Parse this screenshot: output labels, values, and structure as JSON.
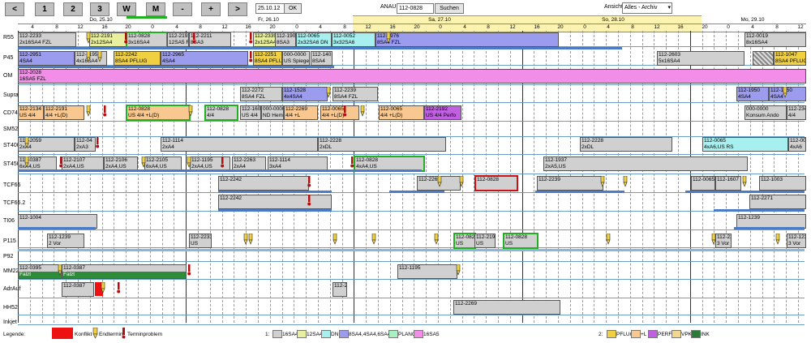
{
  "toolbar": {
    "nav": [
      "<",
      "1",
      "2",
      "3",
      "W",
      "M",
      "-",
      "+",
      ">"
    ],
    "date_value": "25.10.12",
    "ok_label": "OK",
    "anau_label": "ANAU",
    "anau_value": "112-0828",
    "search_label": "Suchen",
    "ansicht_label": "Ansicht",
    "ansicht_value": "Alles - Archiv"
  },
  "days": [
    "Do, 25.10",
    "Fr, 26.10",
    "Sa, 27.10",
    "So, 28.10",
    "Mo, 29.10"
  ],
  "hours": [
    "4",
    "8",
    "12",
    "16",
    "20",
    "0",
    "4",
    "8",
    "12",
    "16",
    "20",
    "0",
    "4",
    "8",
    "12",
    "16",
    "20",
    "0",
    "4",
    "8",
    "12",
    "16",
    "20",
    "0",
    "4",
    "8",
    "12",
    "16",
    "20",
    "0",
    "4",
    "8",
    "12"
  ],
  "rows": [
    "R55",
    "P45",
    "OM",
    "Supra",
    "CD74",
    "SM52",
    "ST400",
    "ST450",
    "TCF66",
    "TCF66.2",
    "TI06",
    "P115",
    "P92",
    "MM227",
    "AdrAuf",
    "HH52",
    "Inkjet"
  ],
  "jobs": {
    "r55": [
      {
        "t1": "112-2233",
        "t2": "2x16SA4 FZL"
      },
      {
        "t1": "112-2191",
        "t2": "2x12SA4"
      },
      {
        "t1": "112-0828",
        "t2": "3x16SA4"
      },
      {
        "t1": "112-2192",
        "t2": "12SA5 F"
      },
      {
        "t1": "112-2211",
        "t2": "8SA3"
      },
      {
        "t1": "112-2339",
        "t2": "2x12SA4"
      },
      {
        "t1": "112-1904",
        "t2": "8SA3"
      },
      {
        "t1": "112-0065",
        "t2": "2x32SA6 DN"
      },
      {
        "t1": "112-0052",
        "t2": "3x32SA6"
      },
      {
        "t1": "112-1976",
        "t2": "8SA4 FZL"
      },
      {
        "t1": "112-0019",
        "t2": "8x16SA4"
      }
    ],
    "p45": [
      {
        "t1": "112-2951",
        "t2": "4SA4"
      },
      {
        "t1": "112-1195",
        "t2": "4x16SA4"
      },
      {
        "t1": "112-2242",
        "t2": "8SA4 PFLUG"
      },
      {
        "t1": "112-2965",
        "t2": "4SA4"
      },
      {
        "t1": "112-2251",
        "t2": "8SA4 PFLUG"
      },
      {
        "t1": "000-0000",
        "t2": "US Spiegel"
      },
      {
        "t1": "112-1401",
        "t2": "8SA4"
      },
      {
        "t1": "112-2603",
        "t2": "5x16SA4"
      },
      {
        "t1": "112-1047",
        "t2": "8SA4 PFLUG"
      }
    ],
    "om": [
      {
        "t1": "112-2028",
        "t2": "16SA5 FZL"
      }
    ],
    "supra": [
      {
        "t1": "112-2272",
        "t2": "8SA4 FZL"
      },
      {
        "t1": "112-1528",
        "t2": "4x4SA4"
      },
      {
        "t1": "112-2239",
        "t2": "8SA4 FZL"
      },
      {
        "t1": "112-1950",
        "t2": "4SA4"
      },
      {
        "t1": "112-1950",
        "t2": "4SA4"
      }
    ],
    "cd74": [
      {
        "t1": "112-2134",
        "t2": "US 4/4"
      },
      {
        "t1": "112-2191",
        "t2": "4/4 +L(D)"
      },
      {
        "t1": "112-0828",
        "t2": "US 4/4 +L(D)"
      },
      {
        "t1": "112-0828",
        "t2": "4/4"
      },
      {
        "t1": "112-1607",
        "t2": "US 4/4"
      },
      {
        "t1": "000-0000",
        "t2": "ND Hemmer"
      },
      {
        "t1": "112-2269",
        "t2": "4/4 +L"
      },
      {
        "t1": "112-0065",
        "t2": "4/4 +L(D)"
      },
      {
        "t1": "112-0065",
        "t2": "4/4 +L(D)"
      },
      {
        "t1": "112-2192",
        "t2": "US 4/4 Perfo"
      },
      {
        "t1": "000-0000",
        "t2": "Konsum Ando"
      },
      {
        "t1": "112-2348",
        "t2": "4/4"
      }
    ],
    "st400": [
      {
        "t1": "112-2059",
        "t2": "2xA4"
      },
      {
        "t1": "112-04",
        "t2": "2xA3"
      },
      {
        "t1": "112-1114",
        "t2": "2xA4"
      },
      {
        "t1": "112-2228",
        "t2": "2xDL"
      },
      {
        "t1": "112-2228",
        "t2": "2xDL"
      },
      {
        "t1": "112-0065",
        "t2": "4xA6,US RS"
      },
      {
        "t1": "112-006",
        "t2": "4xA6"
      }
    ],
    "st450": [
      {
        "t1": "112-0387",
        "t2": "6xA4,US"
      },
      {
        "t1": "112-2107",
        "t2": "2xA4,US"
      },
      {
        "t1": "112-2106",
        "t2": "2xA4,US"
      },
      {
        "t1": "112-2105",
        "t2": "6xA4,US"
      },
      {
        "t1": "112-1195",
        "t2": "2xA4,US"
      },
      {
        "t1": "112-2263",
        "t2": "2xA4"
      },
      {
        "t1": "112-1114",
        "t2": "3xA4"
      },
      {
        "t1": "112-0828",
        "t2": "4xA4,US"
      },
      {
        "t1": "112-1937",
        "t2": "2xA5,US"
      }
    ],
    "tcf66": [
      {
        "t1": "112-2242",
        "t2": ""
      },
      {
        "t1": "112-2269",
        "t2": ""
      },
      {
        "t1": "112-0828",
        "t2": ""
      },
      {
        "t1": "112-2239",
        "t2": ""
      },
      {
        "t1": "112-0065",
        "t2": ""
      },
      {
        "t1": "112-1607",
        "t2": ""
      },
      {
        "t1": "112-1003",
        "t2": ""
      }
    ],
    "tcf662": [
      {
        "t1": "112-2242",
        "t2": ""
      },
      {
        "t1": "112-2271",
        "t2": ""
      }
    ],
    "ti06": [
      {
        "t1": "112-1004",
        "t2": ""
      },
      {
        "t1": "112-1239",
        "t2": ""
      }
    ],
    "p115": [
      {
        "t1": "112-1239",
        "t2": "2 Vor"
      },
      {
        "t1": "112-2233",
        "t2": "US"
      },
      {
        "t1": "112-0828",
        "t2": "US"
      },
      {
        "t1": "112-2191",
        "t2": "US"
      },
      {
        "t1": "112-0828",
        "t2": "US"
      },
      {
        "t1": "112-2233",
        "t2": "3 Vor"
      },
      {
        "t1": "112-1239",
        "t2": "3 Vor"
      }
    ],
    "mm227": [
      {
        "t1": "112-0395",
        "t2": "Falzt"
      },
      {
        "t1": "112-0387",
        "t2": "Falzt"
      },
      {
        "t1": "112-1195",
        "t2": ""
      }
    ],
    "adrauf": [
      {
        "t1": "112-0387",
        "t2": ""
      },
      {
        "t1": "112-22",
        "t2": ""
      }
    ],
    "hh52": [
      {
        "t1": "112-2269",
        "t2": ""
      }
    ]
  },
  "legend": {
    "title": "Legende:",
    "konflikt": "Konflikt",
    "endtermin": "Endtermin",
    "terminproblem": "Terminproblem",
    "group1_num": "1:",
    "group1": [
      "16SA4",
      "12SA4",
      "DN",
      "8SA4,4SA4,6SA4",
      "PLANO",
      "16SA5"
    ],
    "group2_num": "2:",
    "group2": [
      "PFLUG",
      "+L",
      "PERFO",
      "VPK",
      "INK"
    ]
  },
  "colors": {
    "gray": "#d0d0d0",
    "yellow_green": "#e8f0a0",
    "cyan": "#a8f0f0",
    "purple": "#9c9cee",
    "green": "#2e8b3a",
    "pink": "#f28ee8",
    "pflug": "#f0d040",
    "plus_l": "#f8c890",
    "perfo": "#c060e0",
    "vpk": "#f0d890",
    "ink": "#2a7a3a",
    "weekend": "#fdf3b0",
    "bluebar": "#4a7bc6",
    "rowline": "#6a9ec5"
  }
}
